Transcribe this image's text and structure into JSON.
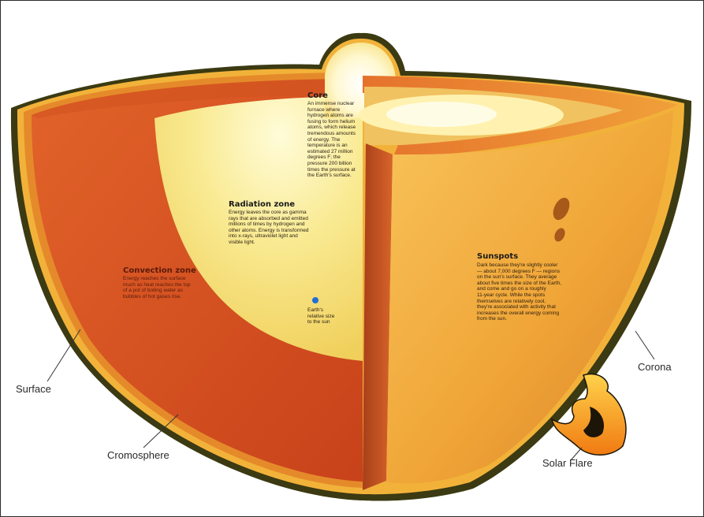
{
  "labels": {
    "surface": "Surface",
    "cromosphere": "Cromosphere",
    "corona": "Corona",
    "solar_flare": "Solar Flare"
  },
  "zones": {
    "core": {
      "title": "Core",
      "text": "An immense nuclear\nfurnace where\nhydrogen atoms are\nfusing to form helium\natoms, which release\ntremendous amounts\nof energy. The\ntemperature is an\nestimated 27 million\ndegrees F; the\npressure 200 billion\ntimes the pressure at\nthe Earth's surface."
    },
    "radiation": {
      "title": "Radiation zone",
      "text": "Energy leaves the core as gamma\nrays that are absorbed and emitted\nmillions of times by hydrogen and\nother atoms. Energy is transformed\ninto x-rays, ultraviolet light and\nvisible light."
    },
    "convection": {
      "title": "Convection zone",
      "text": "Energy reaches the surface\nmuch as heat reaches the top\nof a pot of boiling water as\nbubbles of hot gases rise."
    },
    "earth": {
      "text": "Earth's\nrelative size\nto the sun"
    },
    "sunspots": {
      "title": "Sunspots",
      "text": "Dark because they're slightly cooler\n— about 7,000 degrees F — regions\non the sun's surface. They average\nabout five times the size of the Earth,\nand come and go on a roughly\n11-year cycle. While the spots\nthemselves are relatively cool,\nthey're associated with activity that\nincreases the overall energy coming\nfrom the sun."
    }
  },
  "colors": {
    "corona_fringe": "#3b3a12",
    "chromosphere": "#f2b23a",
    "surface_rim": "#e58a2a",
    "convection": "#d9501e",
    "radiation": "#f6e07a",
    "core": "#fffbe0",
    "cut_face": "#f3a93a",
    "flare": "#f39a1c"
  }
}
